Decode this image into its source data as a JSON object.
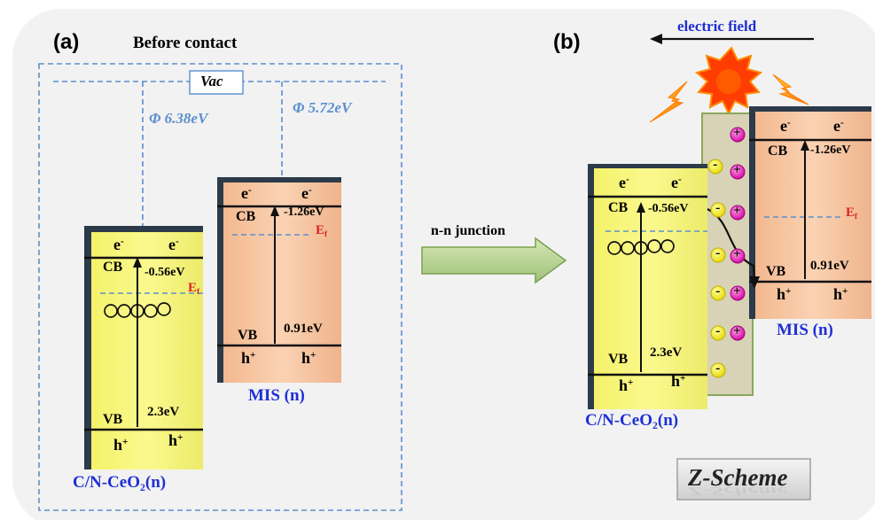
{
  "panel_a": {
    "label": "(a)",
    "title": "Before contact",
    "vac_label": "Vac",
    "phi_left": "Φ 6.38eV",
    "phi_right": "Φ 5.72eV",
    "left": {
      "e1": "e",
      "e1_sup": "-",
      "e2": "e",
      "e2_sup": "-",
      "cb": "CB",
      "cb_val": "-0.56eV",
      "ef": "E",
      "ef_sub": "f",
      "vb": "VB",
      "gap": "2.3eV",
      "h1": "h",
      "h1_sup": "+",
      "h2": "h",
      "h2_sup": "+",
      "name": "C/N-CeO",
      "name_sub": "2",
      "name_tail": "(n)"
    },
    "right": {
      "e1": "e",
      "e1_sup": "-",
      "e2": "e",
      "e2_sup": "-",
      "cb": "CB",
      "cb_val": "-1.26eV",
      "ef": "E",
      "ef_sub": "f",
      "vb": "VB",
      "vb_val": "0.91eV",
      "h1": "h",
      "h1_sup": "+",
      "h2": "h",
      "h2_sup": "+",
      "name": "MIS (n)"
    }
  },
  "junction_label": "n-n junction",
  "panel_b": {
    "label": "(b)",
    "field_label": "electric field",
    "minus": "-",
    "plus": "+",
    "left": {
      "e1": "e",
      "e1_sup": "-",
      "e2": "e",
      "e2_sup": "-",
      "cb": "CB",
      "cb_val": "-0.56eV",
      "vb": "VB",
      "gap": "2.3eV",
      "h1": "h",
      "h1_sup": "+",
      "h2": "h",
      "h2_sup": "+",
      "name": "C/N-CeO",
      "name_sub": "2",
      "name_tail": "(n)"
    },
    "right": {
      "e1": "e",
      "e1_sup": "-",
      "e2": "e",
      "e2_sup": "-",
      "cb": "CB",
      "cb_val": "-1.26eV",
      "ef": "E",
      "ef_sub": "f",
      "vb": "VB",
      "vb_val": "0.91eV",
      "h1": "h",
      "h1_sup": "+",
      "h2": "h",
      "h2_sup": "+",
      "name": "MIS (n)"
    },
    "scheme_label": "Z-Scheme",
    "scheme_reflection": "Z-Scheme"
  },
  "colors": {
    "yellow": "#fbf98a",
    "orange": "#f8c8a4",
    "blue_dash": "#5b8fcf",
    "label_blue": "#1f2fd6",
    "ef_red": "#e02020",
    "panel_bg": "#f2f2f2"
  }
}
